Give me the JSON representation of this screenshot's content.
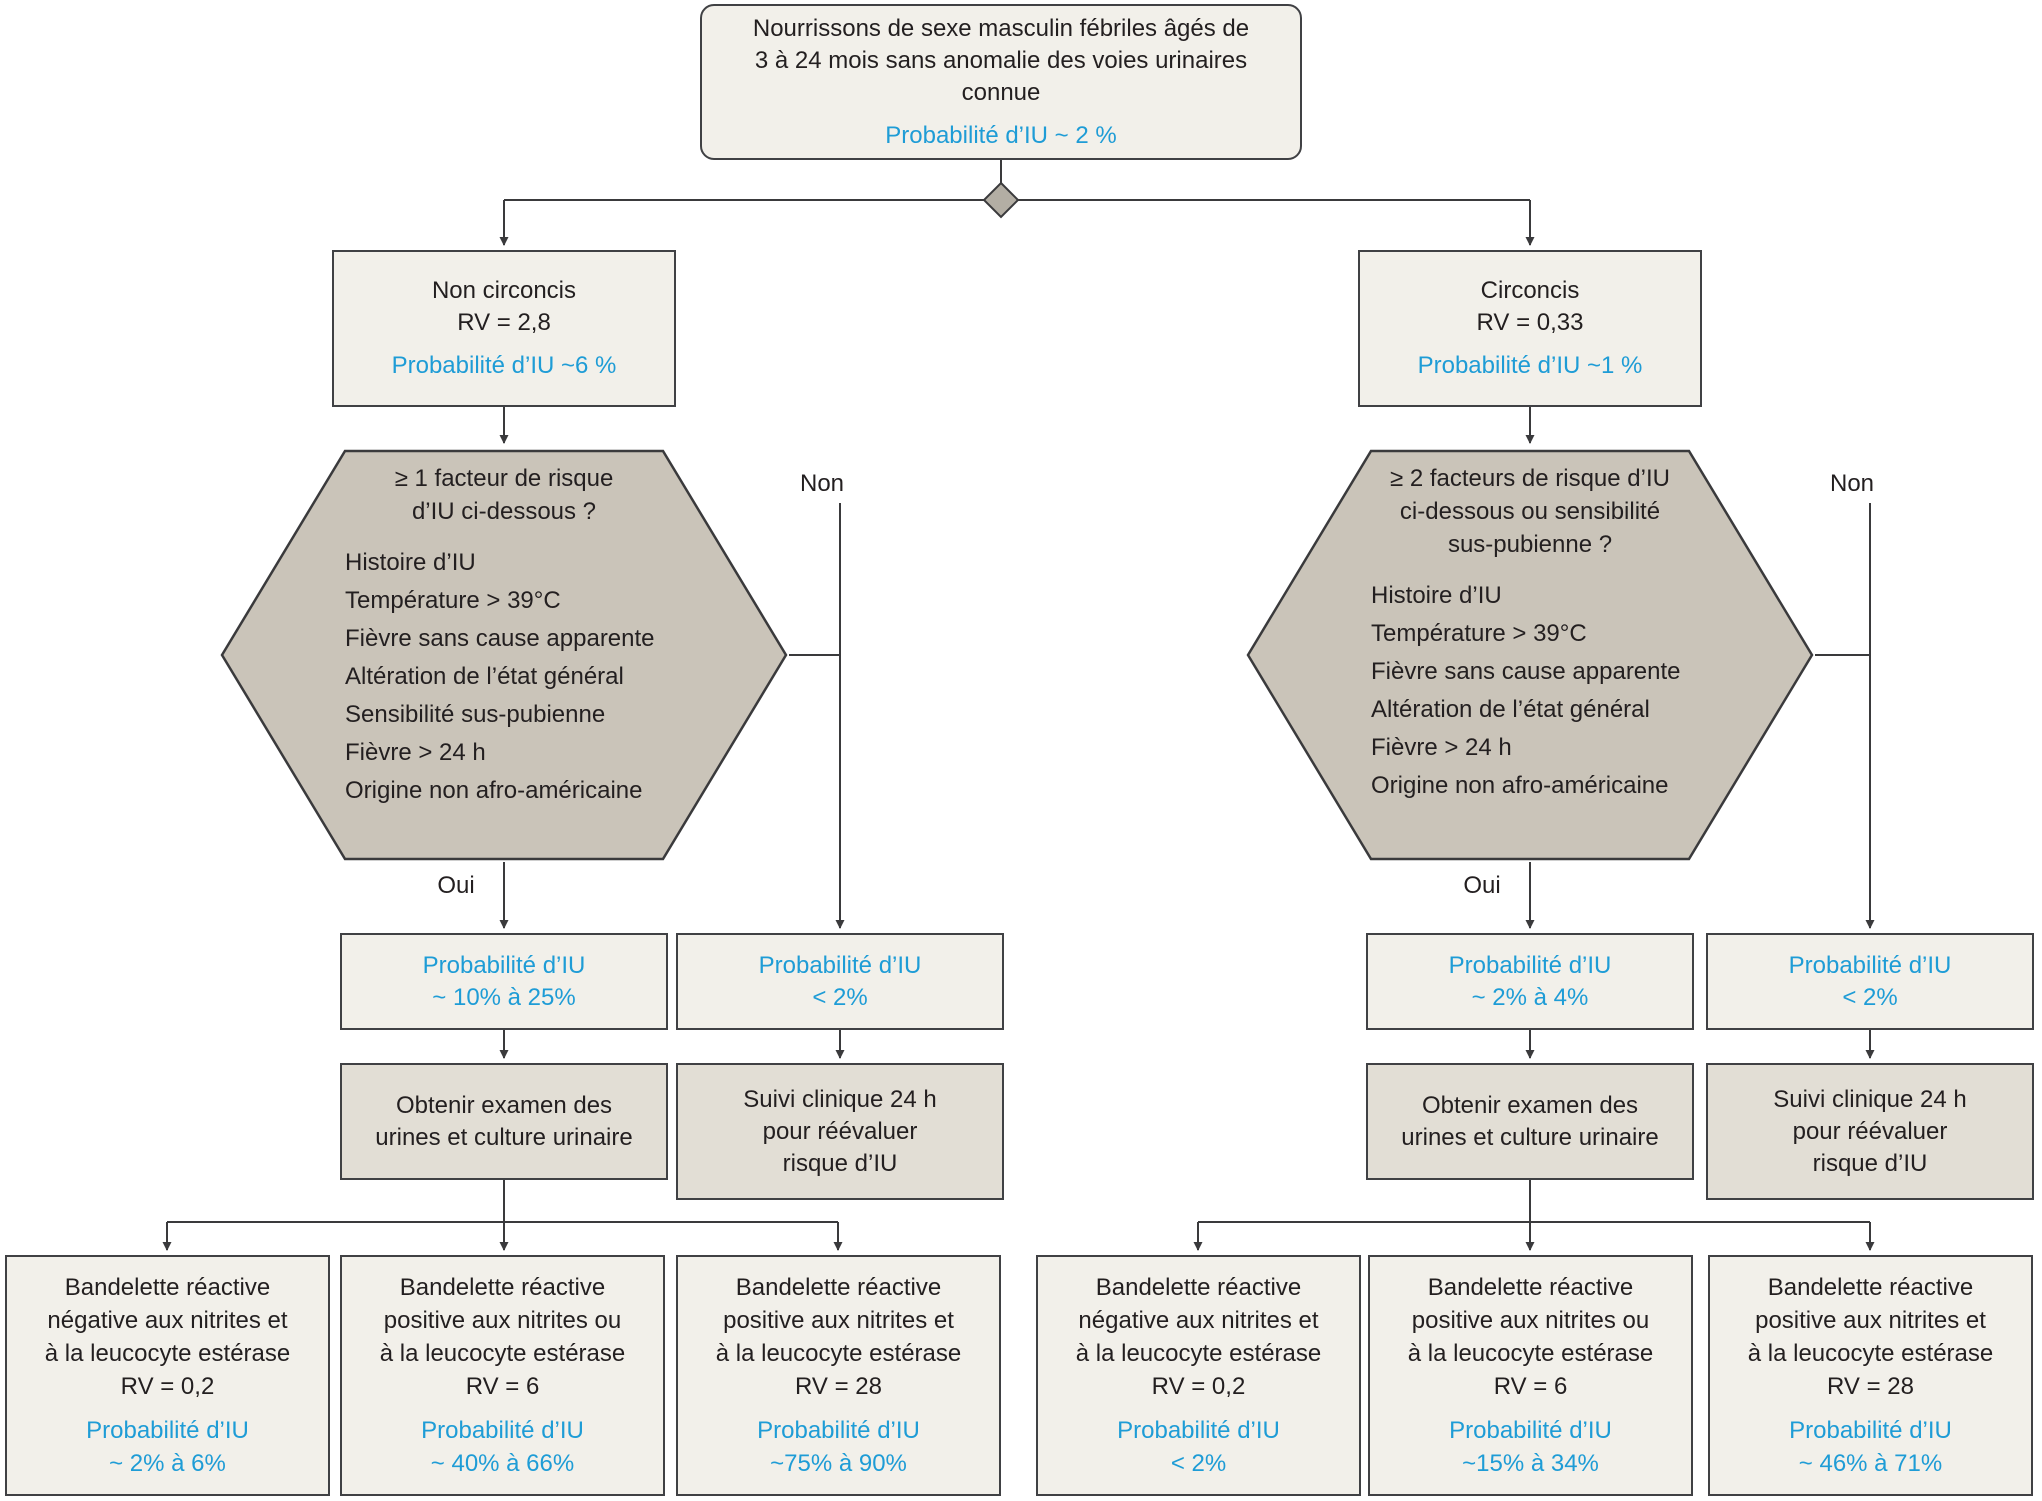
{
  "colors": {
    "light_box_bg": "#f2f0ea",
    "action_box_bg": "#e2ded5",
    "hexagon_bg": "#cac4b9",
    "line_color": "#3a3a3c",
    "blue_text": "#1e9cd6",
    "dark_text": "#231f20"
  },
  "root": {
    "text": "Nourrissons de sexe masculin fébriles âgés de\n3 à 24 mois sans anomalie des voies urinaires\nconnue",
    "prob": "Probabilité d’IU ~ 2 %"
  },
  "branches": {
    "left": {
      "node": {
        "line1": "Non circoncis",
        "line2": "RV = 2,8",
        "prob": "Probabilité d’IU ~6 %"
      },
      "hexagon": {
        "question": "≥ 1 facteur de risque\nd’IU ci-dessous ?",
        "factors": "Histoire d’IU\nTempérature > 39°C\nFièvre sans cause apparente\nAltération de l’état général\nSensibilité sus-pubienne\nFièvre > 24 h\nOrigine non afro-américaine"
      },
      "yes_label": "Oui",
      "no_label": "Non",
      "yes_prob": "Probabilité d’IU\n~ 10% à 25%",
      "no_prob": "Probabilité d’IU\n< 2%",
      "yes_action": "Obtenir examen des\nurines et culture urinaire",
      "no_action": "Suivi clinique 24 h\npour réévaluer\nrisque d’IU",
      "results": [
        {
          "label": "Bandelette réactive\nnégative aux nitrites et\nà la leucocyte estérase\nRV = 0,2",
          "prob": "Probabilité d’IU\n~ 2% à 6%"
        },
        {
          "label": "Bandelette réactive\npositive aux nitrites ou\nà la leucocyte estérase\nRV = 6",
          "prob": "Probabilité d’IU\n~ 40% à 66%"
        },
        {
          "label": "Bandelette réactive\npositive aux nitrites et\nà la leucocyte estérase\nRV = 28",
          "prob": "Probabilité d’IU\n~75% à 90%"
        }
      ]
    },
    "right": {
      "node": {
        "line1": "Circoncis",
        "line2": "RV = 0,33",
        "prob": "Probabilité d’IU ~1 %"
      },
      "hexagon": {
        "question": "≥ 2 facteurs de risque d’IU\nci-dessous ou sensibilité\nsus-pubienne ?",
        "factors": "Histoire d’IU\nTempérature > 39°C\nFièvre sans cause apparente\nAltération de l’état général\nFièvre > 24 h\nOrigine non afro-américaine"
      },
      "yes_label": "Oui",
      "no_label": "Non",
      "yes_prob": "Probabilité d’IU\n~ 2% à 4%",
      "no_prob": "Probabilité d’IU\n< 2%",
      "yes_action": "Obtenir examen des\nurines et culture urinaire",
      "no_action": "Suivi clinique 24 h\npour réévaluer\nrisque d’IU",
      "results": [
        {
          "label": "Bandelette réactive\nnégative aux nitrites et\nà la leucocyte estérase\nRV = 0,2",
          "prob": "Probabilité d’IU\n< 2%"
        },
        {
          "label": "Bandelette réactive\npositive aux nitrites ou\nà la leucocyte estérase\nRV = 6",
          "prob": "Probabilité d’IU\n~15% à 34%"
        },
        {
          "label": "Bandelette réactive\npositive aux nitrites et\nà la leucocyte estérase\nRV = 28",
          "prob": "Probabilité d’IU\n~ 46% à 71%"
        }
      ]
    }
  }
}
